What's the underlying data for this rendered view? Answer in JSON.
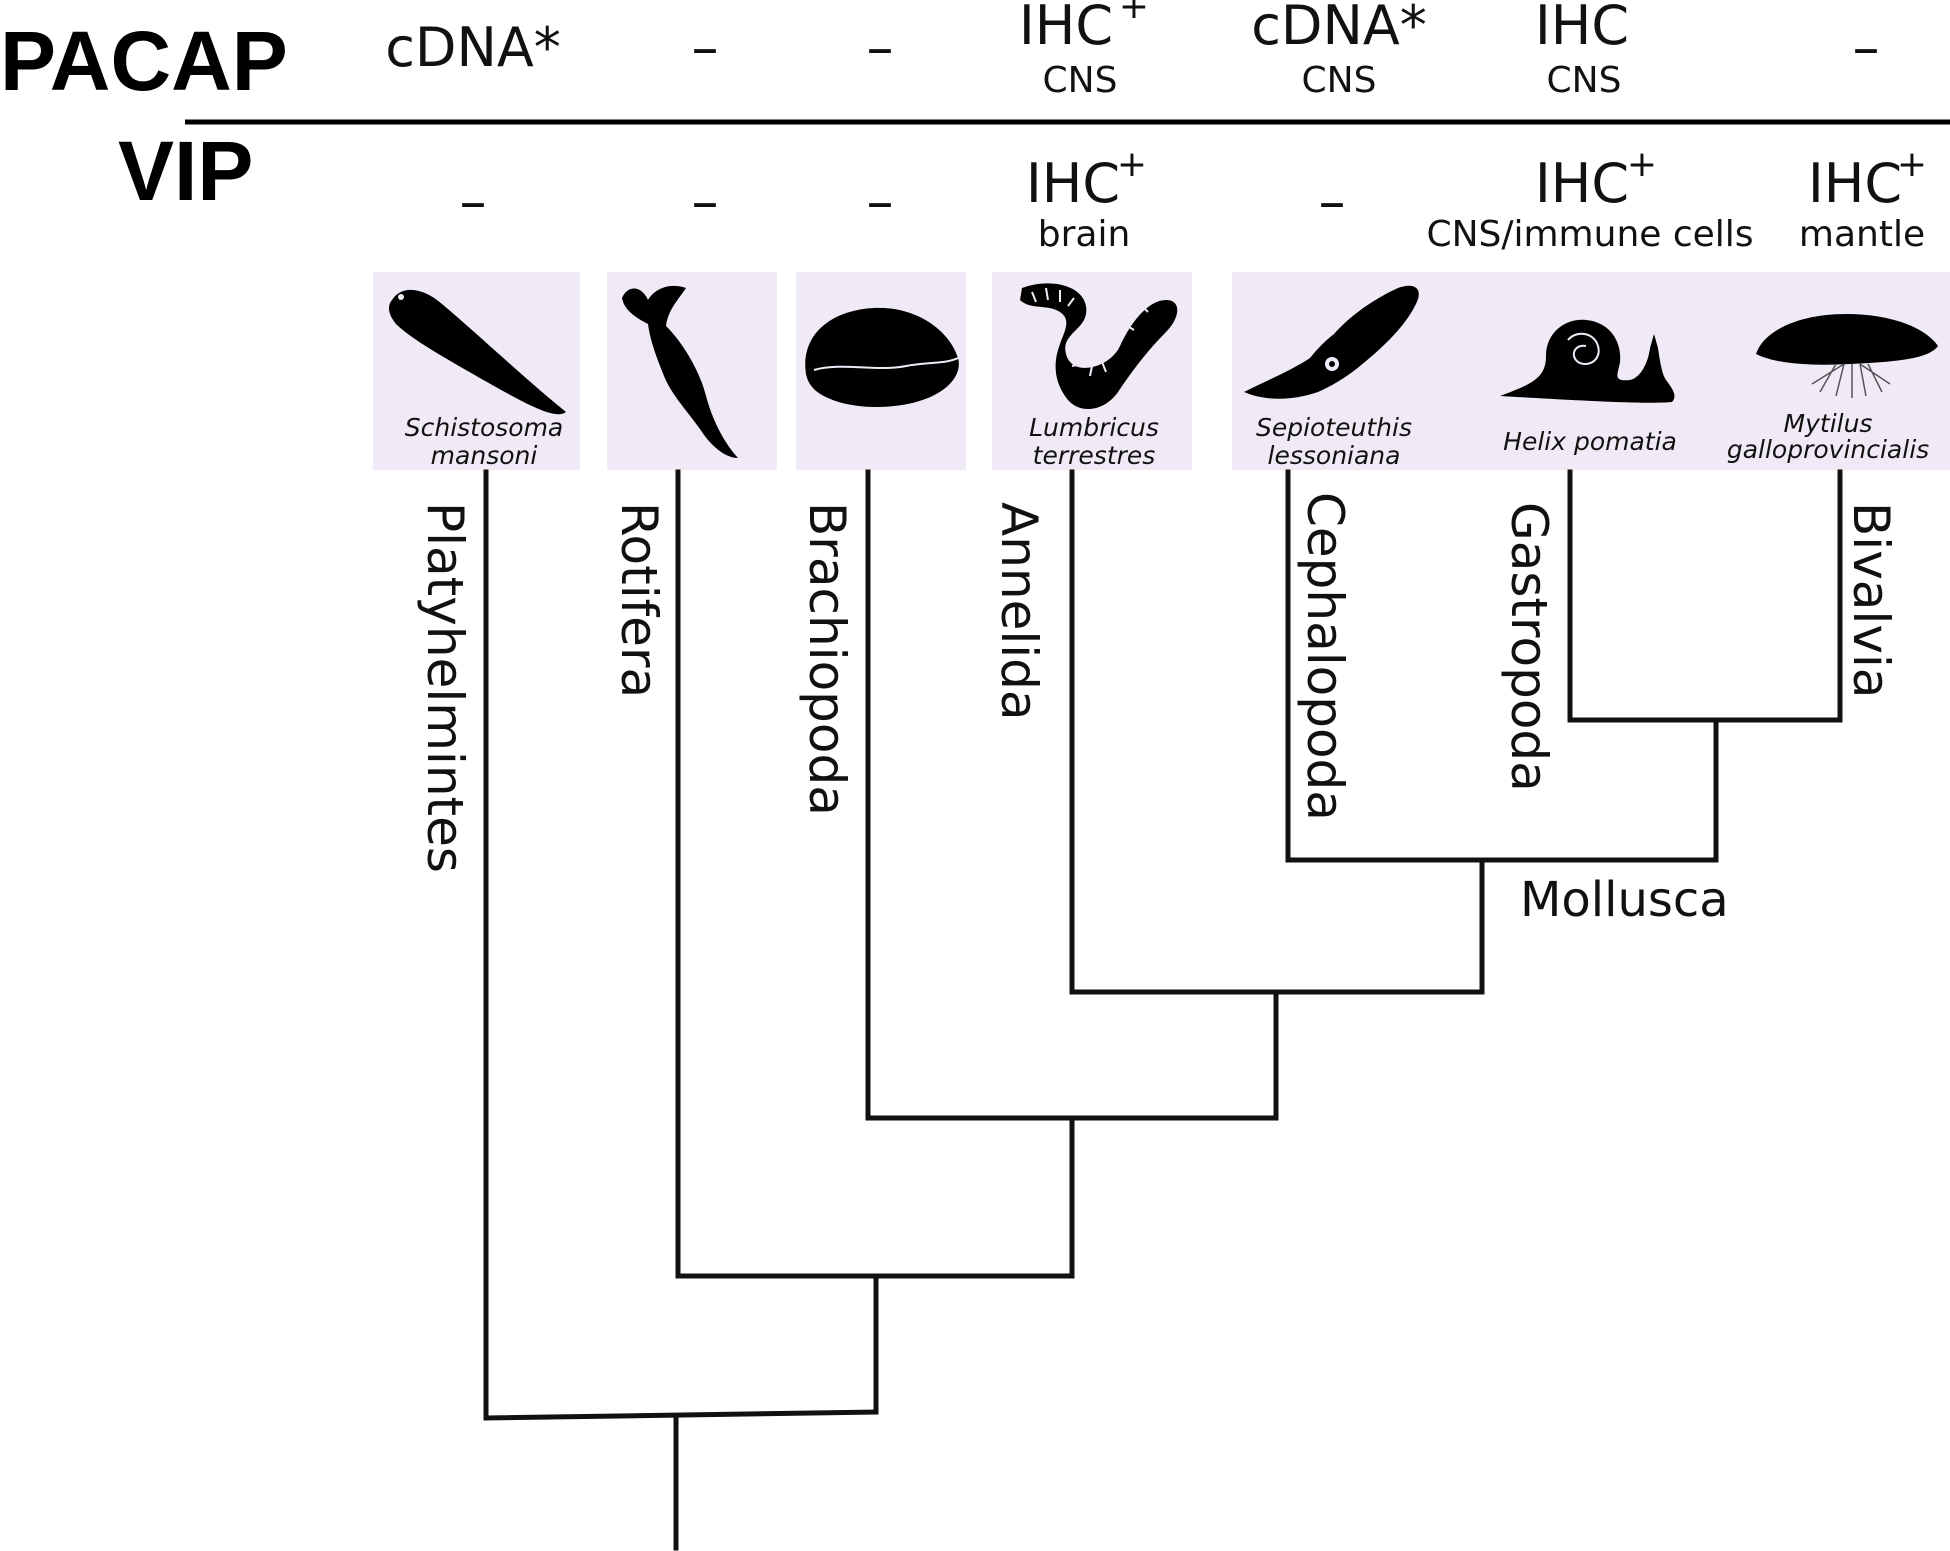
{
  "rows": {
    "pacap_label": "PACAP",
    "vip_label": "VIP"
  },
  "pacap": [
    {
      "main": "cDNA*",
      "sub": ""
    },
    {
      "main": "–",
      "sub": ""
    },
    {
      "main": "–",
      "sub": ""
    },
    {
      "main": "IHC",
      "sup": "+",
      "sub": "CNS"
    },
    {
      "main": "cDNA*",
      "sub": "CNS"
    },
    {
      "main": "IHC",
      "sub": "CNS"
    },
    {
      "main": "–",
      "sub": ""
    }
  ],
  "vip": [
    {
      "main": "–",
      "sub": ""
    },
    {
      "main": "–",
      "sub": ""
    },
    {
      "main": "–",
      "sub": ""
    },
    {
      "main": "IHC",
      "sup": "+",
      "sub": "brain"
    },
    {
      "main": "–",
      "sub": ""
    },
    {
      "main": "IHC",
      "sup": "+",
      "sub": "CNS/immune cells"
    },
    {
      "main": "IHC",
      "sup": "+",
      "sub": "mantle"
    }
  ],
  "species": [
    {
      "line1": "Schistosoma",
      "line2": "mansoni",
      "icon": "flatworm-icon"
    },
    {
      "line1": "",
      "line2": "",
      "icon": "rotifer-icon"
    },
    {
      "line1": "",
      "line2": "",
      "icon": "brachiopod-icon"
    },
    {
      "line1": "Lumbricus",
      "line2": "terrestres",
      "icon": "earthworm-icon"
    },
    {
      "line1": "Sepioteuthis",
      "line2": "lessoniana",
      "icon": "squid-icon"
    },
    {
      "line1": "Helix pomatia",
      "line2": "",
      "icon": "snail-icon"
    },
    {
      "line1": "Mytilus",
      "line2": "galloprovincialis",
      "icon": "mussel-icon"
    }
  ],
  "phyla": [
    "Platyhelmintes",
    "Rotifera",
    "Brachiopoda",
    "Annelida",
    "Cephalopoda",
    "Gastropoda",
    "Bivalvia"
  ],
  "clade_label": "Mollusca",
  "colors": {
    "panel": "#efeaf6",
    "ink": "#111111"
  }
}
